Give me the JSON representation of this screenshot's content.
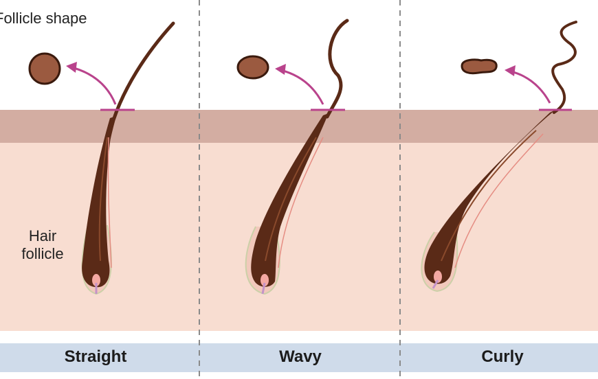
{
  "labels": {
    "follicle_shape": "Follicle shape",
    "hair_follicle_line1": "Hair",
    "hair_follicle_line2": "follicle"
  },
  "hair_types": [
    "Straight",
    "Wavy",
    "Curly"
  ],
  "colors": {
    "hair": "#5a2a17",
    "hair_highlight": "#8a4a2c",
    "cross_section_fill": "#9b5a40",
    "cross_section_stroke": "#3a1a0d",
    "epidermis": "#d3ada2",
    "dermis": "#f8ddd1",
    "arrow": "#b9438c",
    "footer_band": "#cfdbea",
    "divider": "#888888",
    "follicle_sheath": "#f2c9bc",
    "follicle_outline": "#ccd0a8",
    "papilla": "#f4a9a3"
  }
}
